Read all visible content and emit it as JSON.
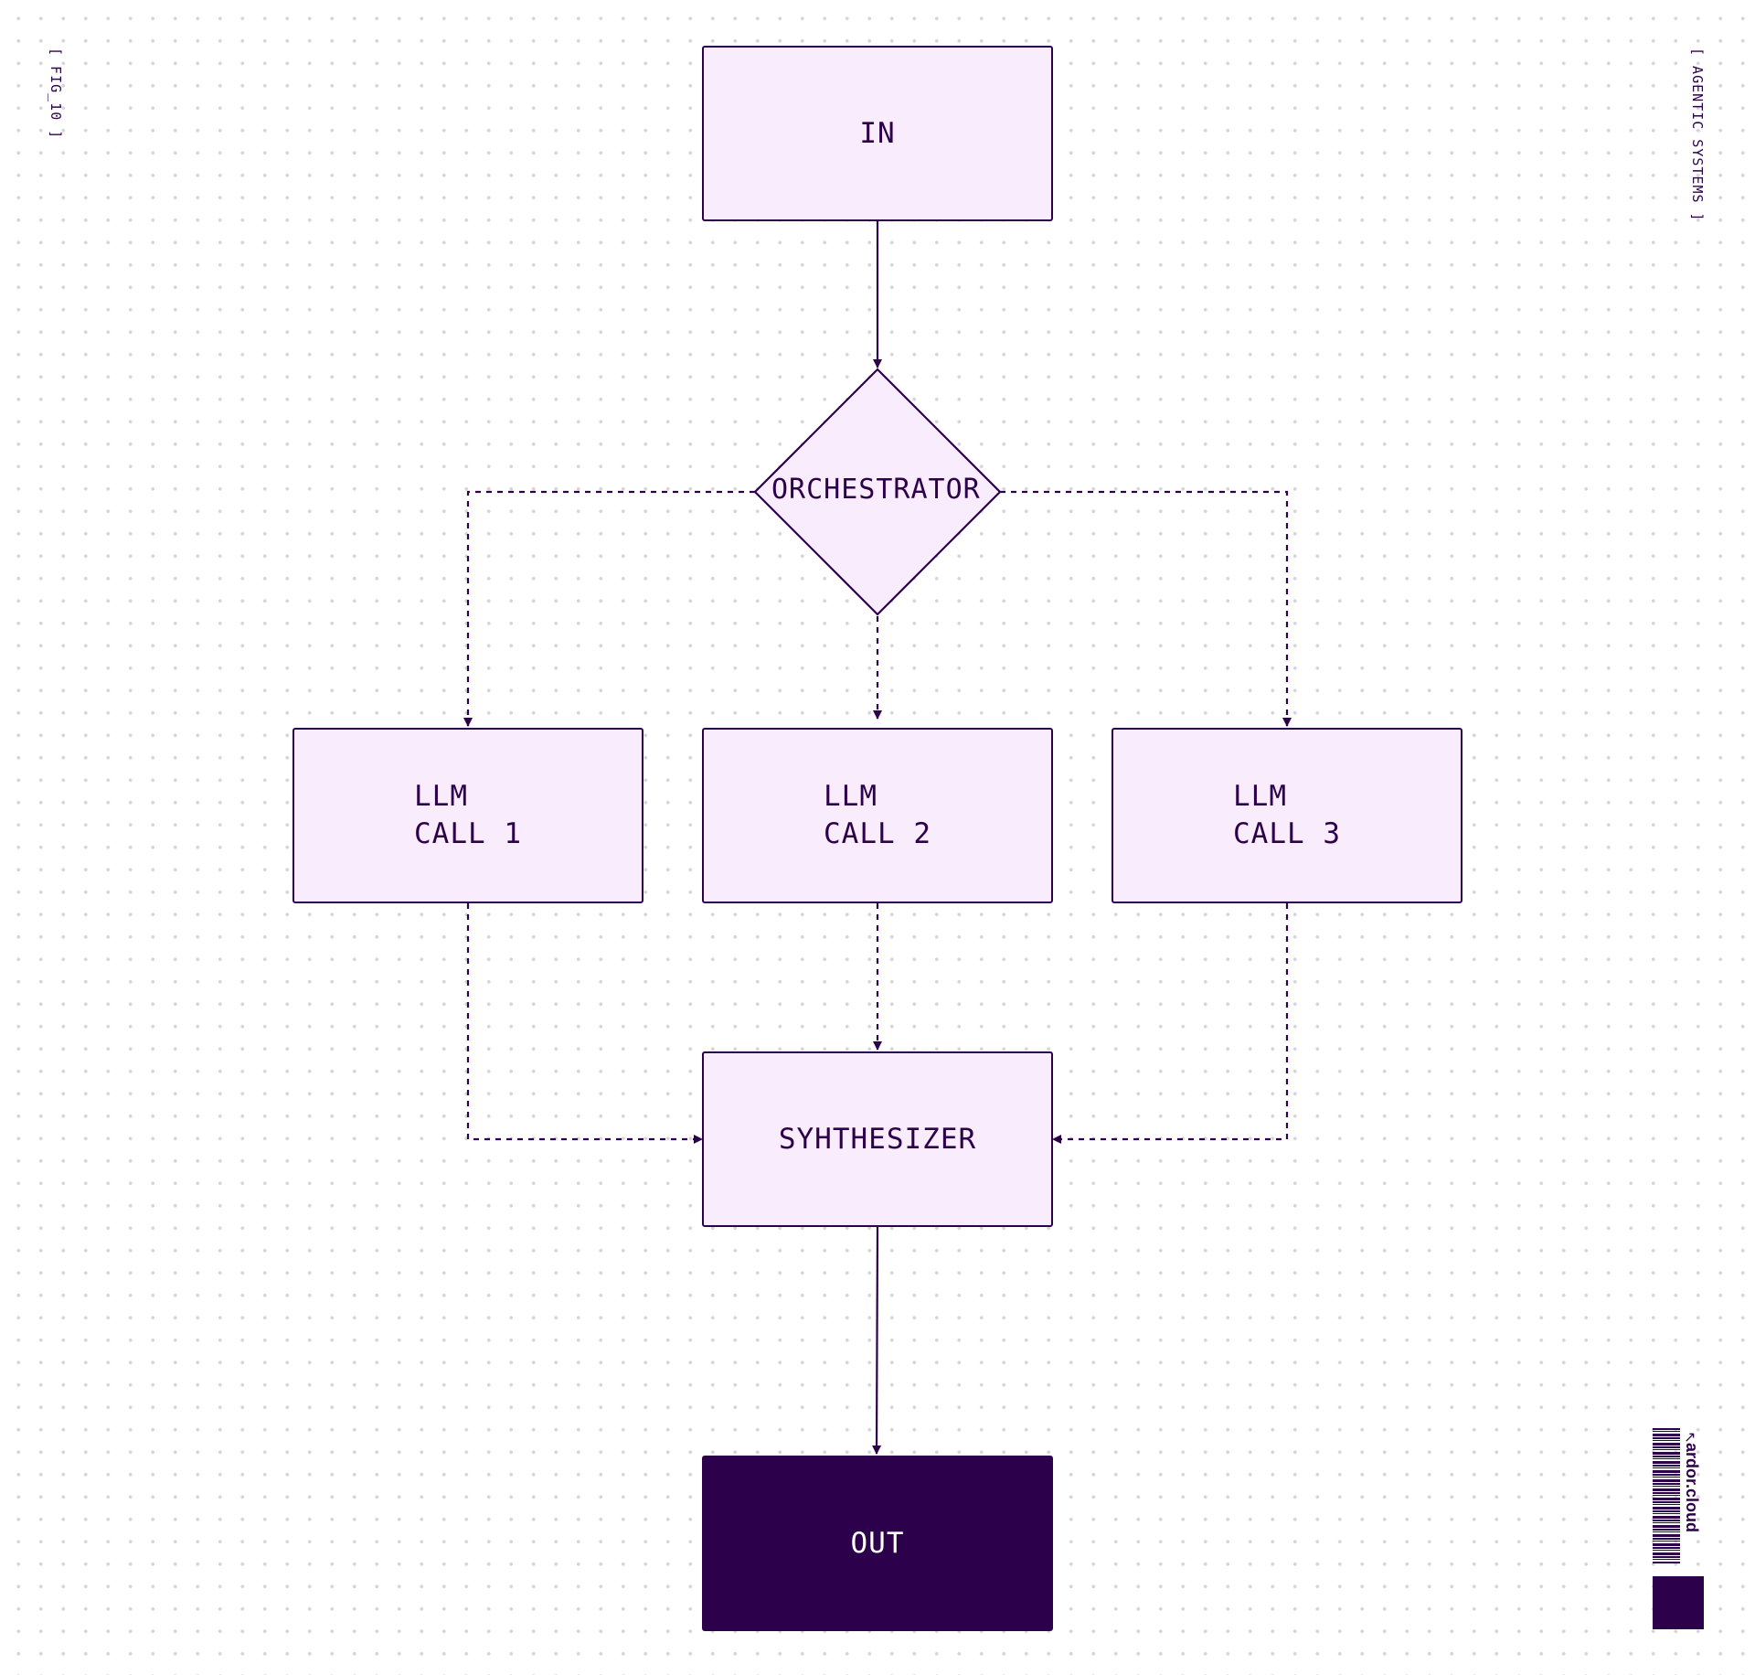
{
  "labels": {
    "fig": "[ FIG_10 ]",
    "category": "[ AGENTIC SYSTEMS ]"
  },
  "nodes": {
    "input": "IN",
    "orchestrator": "ORCHESTRATOR",
    "llm_call_1": {
      "line1": "LLM",
      "line2": "CALL 1"
    },
    "llm_call_2": {
      "line1": "LLM",
      "line2": "CALL 2"
    },
    "llm_call_3": {
      "line1": "LLM",
      "line2": "CALL 3"
    },
    "synthesizer": "SYHTHESIZER",
    "output": "OUT"
  },
  "brand": {
    "name": "ardor.cloud",
    "arrow_icon": "arrow-up-right-icon",
    "barcode_icon": "barcode-icon"
  },
  "colors": {
    "primary": "#2d004b",
    "node_fill": "#f9ecfd",
    "dot_grid": "#d8d4dc"
  }
}
